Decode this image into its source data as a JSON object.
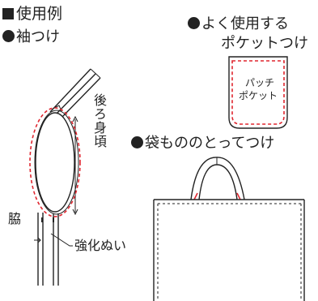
{
  "heading": "使用例",
  "sleeve": {
    "title": "袖つけ",
    "back_body": "後ろ身頃",
    "side": "脇",
    "reinforce": "強化ぬい"
  },
  "pocket": {
    "title_line1": "よく使用する",
    "title_line2": "ポケットつけ",
    "label_line1": "パッチ",
    "label_line2": "ポケット"
  },
  "bag": {
    "title": "袋もののとってつけ"
  },
  "colors": {
    "ink": "#222222",
    "stitch": "#e0262f"
  }
}
